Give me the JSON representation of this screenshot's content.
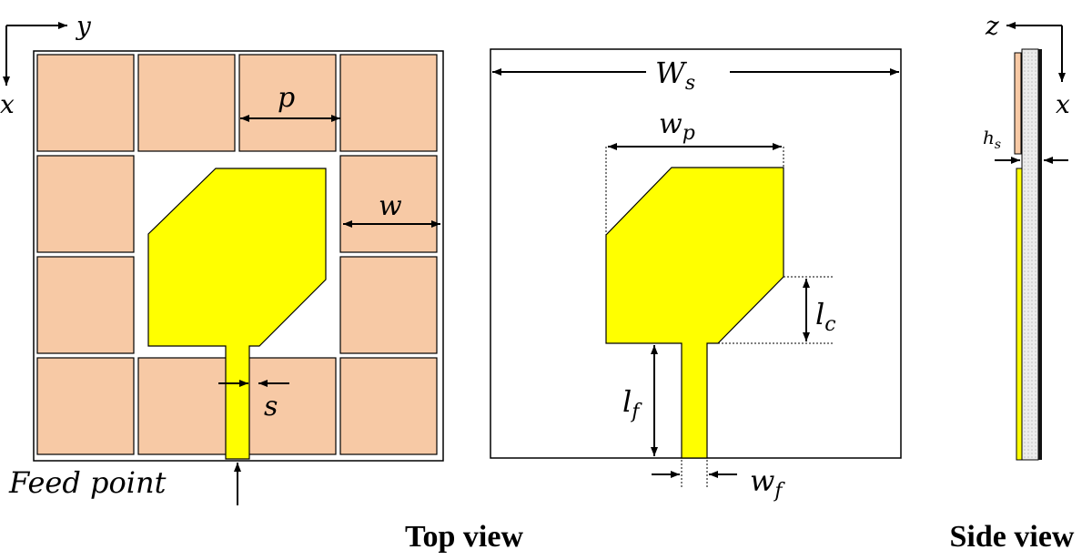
{
  "colors": {
    "cell": "#f7c9a5",
    "patch": "#ffff00",
    "substrate": "#e6e6e6",
    "line": "#000000"
  },
  "labels": {
    "y_axis": "y",
    "x_axis": "x",
    "p": "p",
    "w": "w",
    "s": "s",
    "feed_point": "Feed point",
    "ws_main": "W",
    "ws_sub": "s",
    "wp_main": "w",
    "wp_sub": "p",
    "lc_main": "l",
    "lc_sub": "c",
    "lf_main": "l",
    "lf_sub": "f",
    "wf_main": "w",
    "wf_sub": "f",
    "z_axis": "z",
    "x_axis_side": "x",
    "hs_main": "h",
    "hs_sub": "s"
  },
  "captions": {
    "top_view": "Top view",
    "side_view": "Side view"
  },
  "metasurface": {
    "rows": 4,
    "cols": 4,
    "empty_cells": [
      [
        1,
        1
      ],
      [
        1,
        2
      ],
      [
        2,
        1
      ],
      [
        2,
        2
      ]
    ]
  }
}
